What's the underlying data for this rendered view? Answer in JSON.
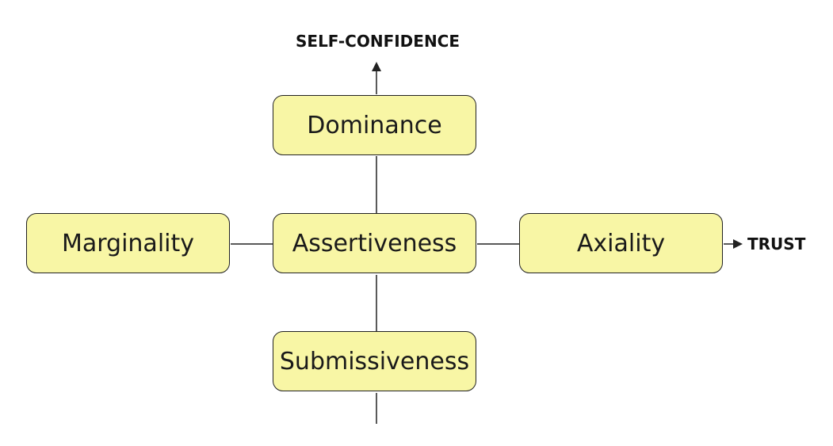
{
  "axes": {
    "vertical": "SELF-CONFIDENCE",
    "horizontal": "TRUST"
  },
  "nodes": {
    "dominance": "Dominance",
    "marginality": "Marginality",
    "assertiveness": "Assertiveness",
    "axiality": "Axiality",
    "submissiveness": "Submissiveness"
  },
  "colors": {
    "node_fill": "#f8f6a5",
    "node_border": "#222222",
    "line": "#222222",
    "text": "#1a1a1a"
  }
}
